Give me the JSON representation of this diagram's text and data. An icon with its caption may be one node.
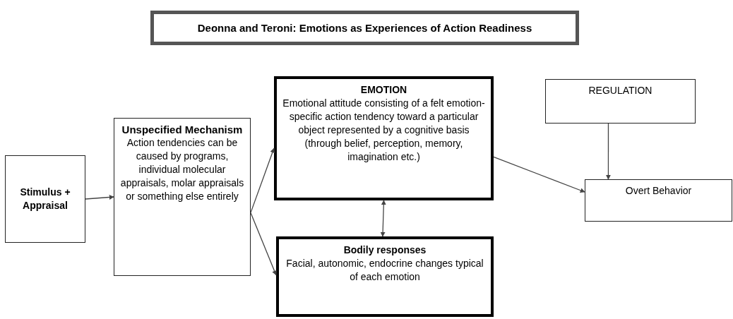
{
  "diagram": {
    "title": "Deonna and Teroni: Emotions as Experiences of Action Readiness",
    "nodes": [
      {
        "text": [
          "Stimulus + Appraisal"
        ]
      },
      {
        "text": [
          "Unspecified Mechanism",
          "Action tendencies can be caused by programs, individual molecular appraisals, molar appraisals or something else entirely"
        ]
      },
      {
        "text": [
          "EMOTION",
          "Emotional attitude consisting of a felt emotion-specific action tendency toward a particular object represented by a cognitive basis (through belief, perception, memory, imagination etc.)"
        ]
      },
      {
        "text": [
          "Bodily responses",
          "Facial, autonomic, endocrine changes typical of each emotion"
        ]
      },
      {
        "text": [
          "REGULATION"
        ]
      },
      {
        "text": [
          "Overt Behavior"
        ]
      }
    ],
    "edges": [
      {
        "from": 0,
        "to": 1,
        "arrow": "to"
      },
      {
        "from": 1,
        "to": 2,
        "arrow": "to"
      },
      {
        "from": 1,
        "to": 3,
        "arrow": "to"
      },
      {
        "from": 2,
        "to": 3,
        "arrow": "both"
      },
      {
        "from": 2,
        "to": 5,
        "arrow": "to"
      },
      {
        "from": 4,
        "to": 5,
        "arrow": "to"
      }
    ]
  }
}
